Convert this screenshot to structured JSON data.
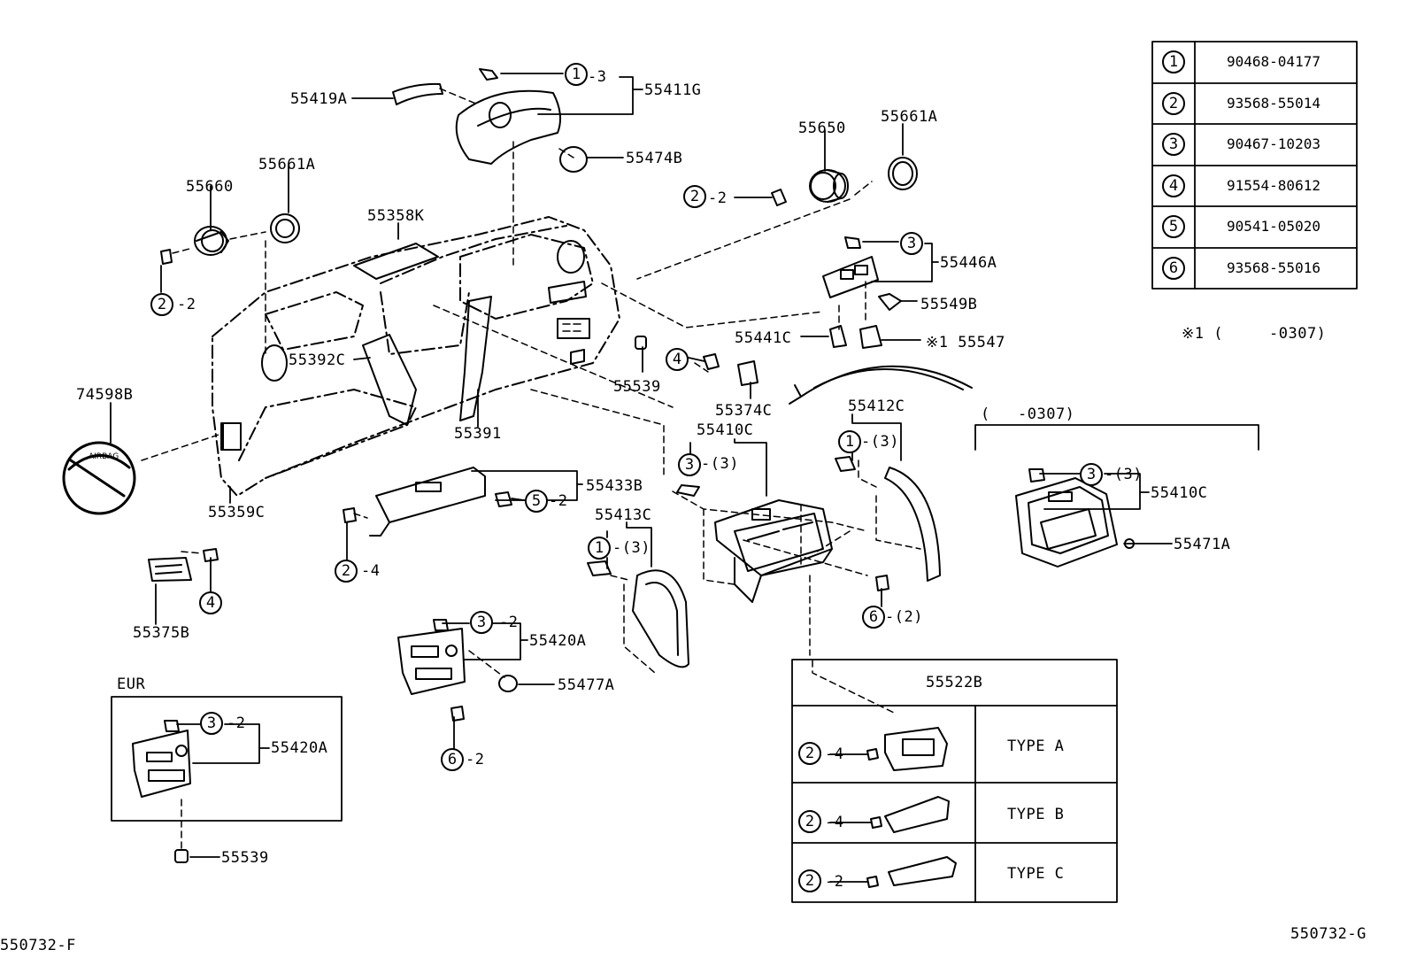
{
  "figure": {
    "code_left": "550732-F",
    "code_right": "550732-G"
  },
  "legend_table": {
    "rows": [
      {
        "mark": "1",
        "part": "90468-04177"
      },
      {
        "mark": "2",
        "part": "93568-55014"
      },
      {
        "mark": "3",
        "part": "90467-10203"
      },
      {
        "mark": "4",
        "part": "91554-80612"
      },
      {
        "mark": "5",
        "part": "90541-05020"
      },
      {
        "mark": "6",
        "part": "93568-55016"
      }
    ],
    "note_mark": "※1 (",
    "note_range": "-0307)"
  },
  "labels": {
    "p55419A": "55419A",
    "p55411G": "55411G",
    "q1_3": "-3",
    "p55474B": "55474B",
    "p55650": "55650",
    "p55661A_r": "55661A",
    "p55661A_l": "55661A",
    "p55660": "55660",
    "p55358K": "55358K",
    "q2_2_r": "-2",
    "q2_2_l": "-2",
    "p55446A": "55446A",
    "p55549B": "55549B",
    "p55441C": "55441C",
    "p55547": "※1 55547",
    "p55539_top": "55539",
    "p55392C": "55392C",
    "p55374C": "55374C",
    "p74598B": "74598B",
    "p55391": "55391",
    "p55412C": "55412C",
    "p55410C": "55410C",
    "q1_3p_a": "-(3)",
    "q3_3p_a": "-(3)",
    "p55433B": "55433B",
    "q5_2": "-2",
    "p55359C": "55359C",
    "p55413C": "55413C",
    "q1_3p_b": "-(3)",
    "q2_4": "-4",
    "p55375B": "55375B",
    "q3_2_a": "-2",
    "p55420A_a": "55420A",
    "p55477A": "55477A",
    "q6_2": "-2",
    "q6_2p": "-(2)",
    "eur": "EUR",
    "q3_2_b": "-2",
    "p55420A_b": "55420A",
    "p55539_bot": "55539",
    "range_0307": "-0307)",
    "range_paren": "(",
    "q3_3p_b": "-(3)",
    "p55410C_r": "55410C",
    "p55471A": "55471A"
  },
  "circle_marks": {
    "c1": "1",
    "c2": "2",
    "c3": "2",
    "c4": "3",
    "c5": "4",
    "c6": "1",
    "c7": "3",
    "c8": "5",
    "c9": "1",
    "c10": "2",
    "c11": "4",
    "c12": "3",
    "c13": "6",
    "c14": "3",
    "c15": "6",
    "c16": "3",
    "c17": "2",
    "c18": "2",
    "c19": "2"
  },
  "sub_table": {
    "header": "55522B",
    "rows": [
      {
        "qty": "-4",
        "type": "TYPE  A"
      },
      {
        "qty": "-4",
        "type": "TYPE  B"
      },
      {
        "qty": "-2",
        "type": "TYPE  C"
      }
    ]
  }
}
